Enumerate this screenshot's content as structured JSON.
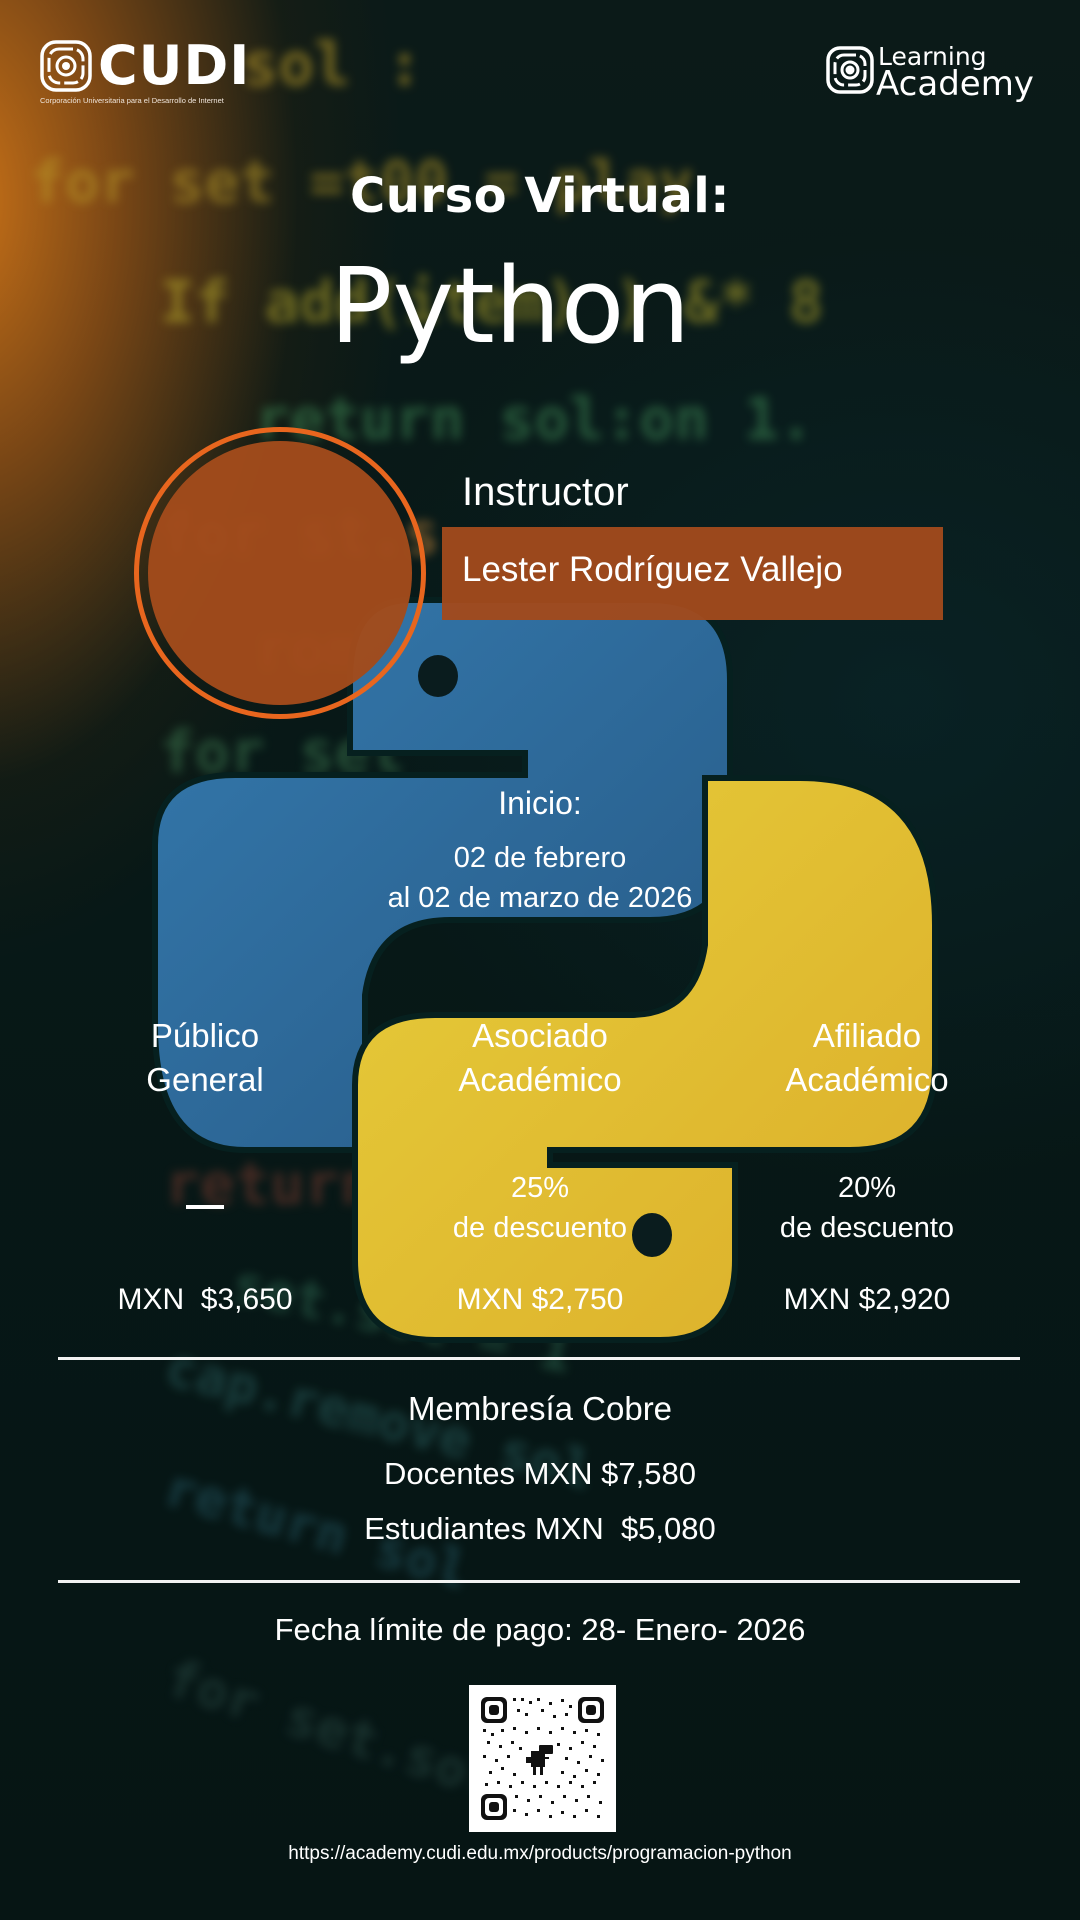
{
  "header": {
    "cudi_logo": {
      "wordmark": "CUDI",
      "tagline": "Corporación Universitaria para el Desarrollo de Internet"
    },
    "academy_logo": {
      "line1": "Learning",
      "line2": "Academy"
    }
  },
  "course": {
    "kicker": "Curso Virtual:",
    "title": "Python"
  },
  "instructor": {
    "label": "Instructor",
    "name": "Lester Rodríguez Vallejo"
  },
  "schedule": {
    "label": "Inicio:",
    "line1": "02 de febrero",
    "line2": "al 02 de marzo de 2026"
  },
  "pricing": [
    {
      "label_line1": "Público",
      "label_line2": "General",
      "discount_pct": "",
      "discount_text": "",
      "placeholder": "—",
      "price": "MXN  $3,650"
    },
    {
      "label_line1": "Asociado",
      "label_line2": "Académico",
      "discount_pct": "25%",
      "discount_text": "de descuento",
      "price": "MXN $2,750"
    },
    {
      "label_line1": "Afiliado",
      "label_line2": "Académico",
      "discount_pct": "20%",
      "discount_text": "de descuento",
      "price": "MXN $2,920"
    }
  ],
  "membership": {
    "title": "Membresía Cobre",
    "teachers": "Docentes MXN $7,580",
    "students": "Estudiantes MXN  $5,080"
  },
  "payment": {
    "deadline": "Fecha límite de pago: 28- Enero- 2026"
  },
  "footer": {
    "qr_icon": "qr-code-with-dino",
    "url": "https://academy.cudi.edu.mx/products/programacion-python"
  },
  "colors": {
    "accent_orange": "#e8661e",
    "box_orange": "#a14a1c",
    "python_blue": "#2f6b9a",
    "python_yellow": "#e2c232",
    "background": "#071817"
  },
  "background_code": [
    "sol :",
    "for set =t00 = play",
    "If add(item) ) &* 8",
    "return sol:on 1.",
    "for st.s",
    "rom",
    "for set",
    "return",
    "set.sol = 1",
    "cap.remove  sol",
    "return sol",
    "for set.sol"
  ]
}
